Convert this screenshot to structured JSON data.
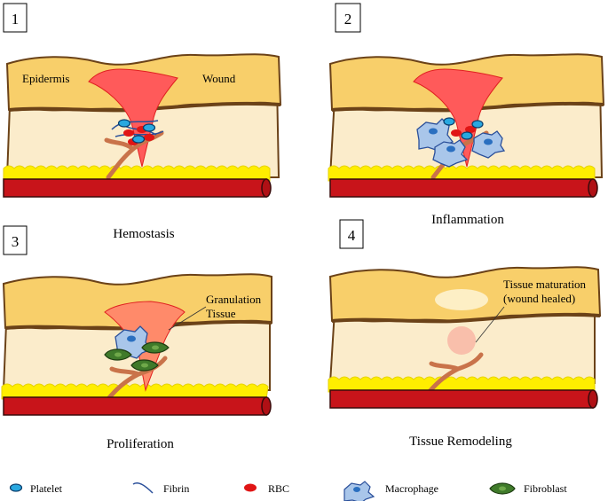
{
  "panels": [
    {
      "number": "1",
      "stage": "Hemostasis",
      "labels": [
        "Epidermis",
        "Wound"
      ]
    },
    {
      "number": "2",
      "stage": "Inflammation"
    },
    {
      "number": "3",
      "stage": "Proliferation",
      "labels": [
        "Granulation",
        "Tissue"
      ]
    },
    {
      "number": "4",
      "stage": "Tissue Remodeling",
      "labels": [
        "Tissue maturation",
        "(wound healed)"
      ]
    }
  ],
  "legend": [
    {
      "label": "Platelet",
      "icon": "platelet-icon"
    },
    {
      "label": "Fibrin",
      "icon": "fibrin-icon"
    },
    {
      "label": "RBC",
      "icon": "rbc-icon"
    },
    {
      "label": "Macrophage",
      "icon": "macrophage-icon"
    },
    {
      "label": "Fibroblast",
      "icon": "fibroblast-icon"
    }
  ],
  "colors": {
    "epidermis": "#f8cf6a",
    "dermis": "#fbeccb",
    "outline": "#6b4218",
    "fat": "#ffee00",
    "vessel": "#c8141a",
    "wound": "#ff5a5a",
    "granulation": "#ff8a6a",
    "platelet": "#29a8e0",
    "macrophage": "#a9c6ea",
    "fibroblast": "#3f7a2a",
    "capillary": "#c9734a"
  }
}
